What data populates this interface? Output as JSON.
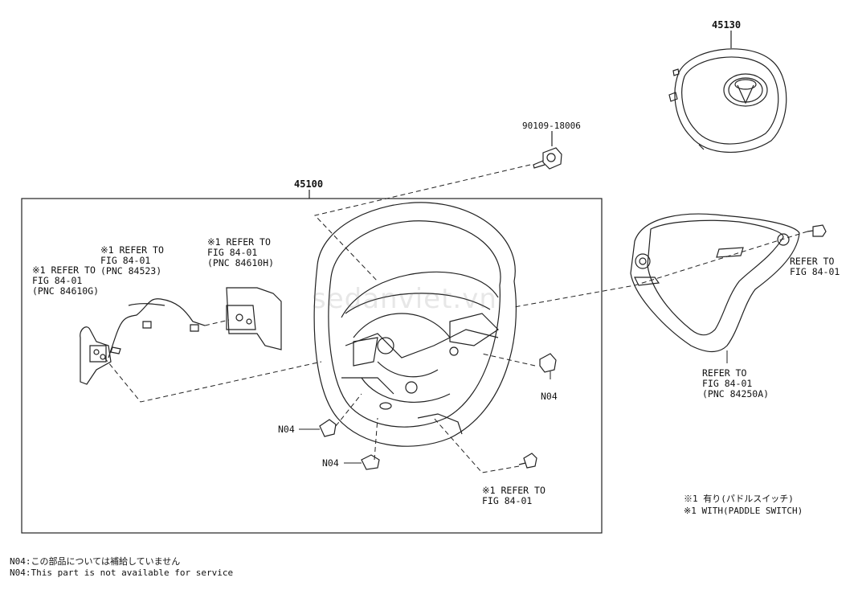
{
  "parts": {
    "airbag": "45130",
    "bolt": "90109-18006",
    "wheel_assy": "45100"
  },
  "refs": {
    "paddle_left": [
      "※1 REFER TO",
      "FIG 84-01",
      "(PNC 84610G)"
    ],
    "harness": [
      "※1 REFER TO",
      "FIG 84-01",
      "(PNC 84523)"
    ],
    "paddle_right": [
      "※1 REFER TO",
      "FIG 84-01",
      "(PNC 84610H)"
    ],
    "screw_right": [
      "REFER TO",
      "FIG 84-01"
    ],
    "bezel": [
      "REFER TO",
      "FIG 84-01",
      "(PNC 84250A)"
    ],
    "screw_bottom": [
      "※1 REFER TO",
      "FIG 84-01"
    ]
  },
  "n04_labels": [
    "N04",
    "N04",
    "N04"
  ],
  "legend": {
    "jp": "※1 有り(パドルスイッチ)",
    "en": "※1 WITH(PADDLE SWITCH)"
  },
  "footnotes": {
    "jp": "N04:この部品については補給していません",
    "en": "N04:This part is not available for service"
  },
  "watermark": "sedanviet.vn"
}
